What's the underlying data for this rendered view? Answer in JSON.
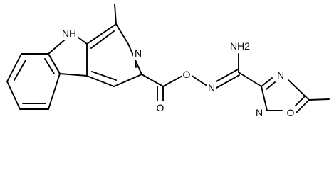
{
  "molecule": {
    "atom_labels": {
      "nh_indole": "NH",
      "n_pyridine": "N",
      "o_ester_link": "O",
      "o_carbonyl": "O",
      "n_oxime": "N",
      "nh2_amidine": "NH2",
      "n_oxadiazole_4": "N",
      "o_oxadiazole_1": "O",
      "n_oxadiazole_2": "N"
    }
  }
}
